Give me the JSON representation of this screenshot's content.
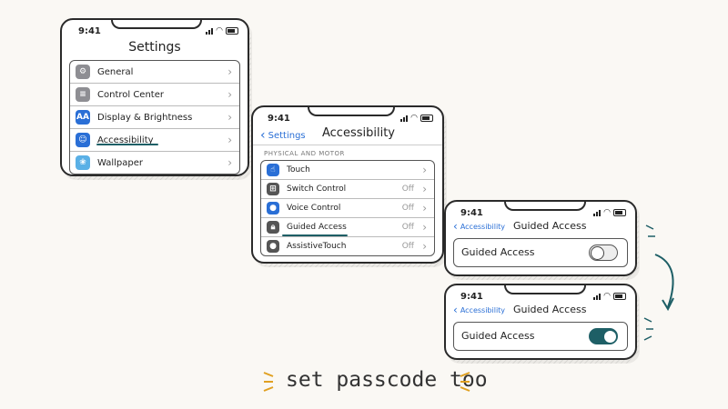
{
  "status_time": "9:41",
  "colors": {
    "accent": "#1e5f66",
    "link": "#2a6fd6",
    "toggle_on": "#1e5f66"
  },
  "screen1": {
    "title": "Settings",
    "items": [
      {
        "label": "General",
        "icon": "gear-icon",
        "color": "#8e8e93"
      },
      {
        "label": "Control Center",
        "icon": "switches-icon",
        "color": "#8e8e93"
      },
      {
        "label": "Display & Brightness",
        "icon": "text-size-icon",
        "color": "#2a6fd6"
      },
      {
        "label": "Accessibility",
        "icon": "accessibility-icon",
        "color": "#2a6fd6"
      },
      {
        "label": "Wallpaper",
        "icon": "flower-icon",
        "color": "#5ab0e6"
      }
    ]
  },
  "screen2": {
    "back_label": "Settings",
    "title": "Accessibility",
    "section_header": "PHYSICAL AND MOTOR",
    "items": [
      {
        "label": "Touch",
        "value": "",
        "icon": "hand-icon",
        "color": "#2a6fd6"
      },
      {
        "label": "Switch Control",
        "value": "Off",
        "icon": "grid-icon",
        "color": "#555"
      },
      {
        "label": "Voice Control",
        "value": "Off",
        "icon": "speech-bubble-icon",
        "color": "#2a6fd6"
      },
      {
        "label": "Guided Access",
        "value": "Off",
        "icon": "lock-icon",
        "color": "#555"
      },
      {
        "label": "AssistiveTouch",
        "value": "Off",
        "icon": "circle-icon",
        "color": "#555"
      }
    ]
  },
  "screen3": {
    "back_label": "Accessibility",
    "title": "Guided Access",
    "toggle_label": "Guided Access",
    "toggle_on": false
  },
  "screen4": {
    "back_label": "Accessibility",
    "title": "Guided Access",
    "toggle_label": "Guided Access",
    "toggle_on": true
  },
  "caption": "set passcode too"
}
